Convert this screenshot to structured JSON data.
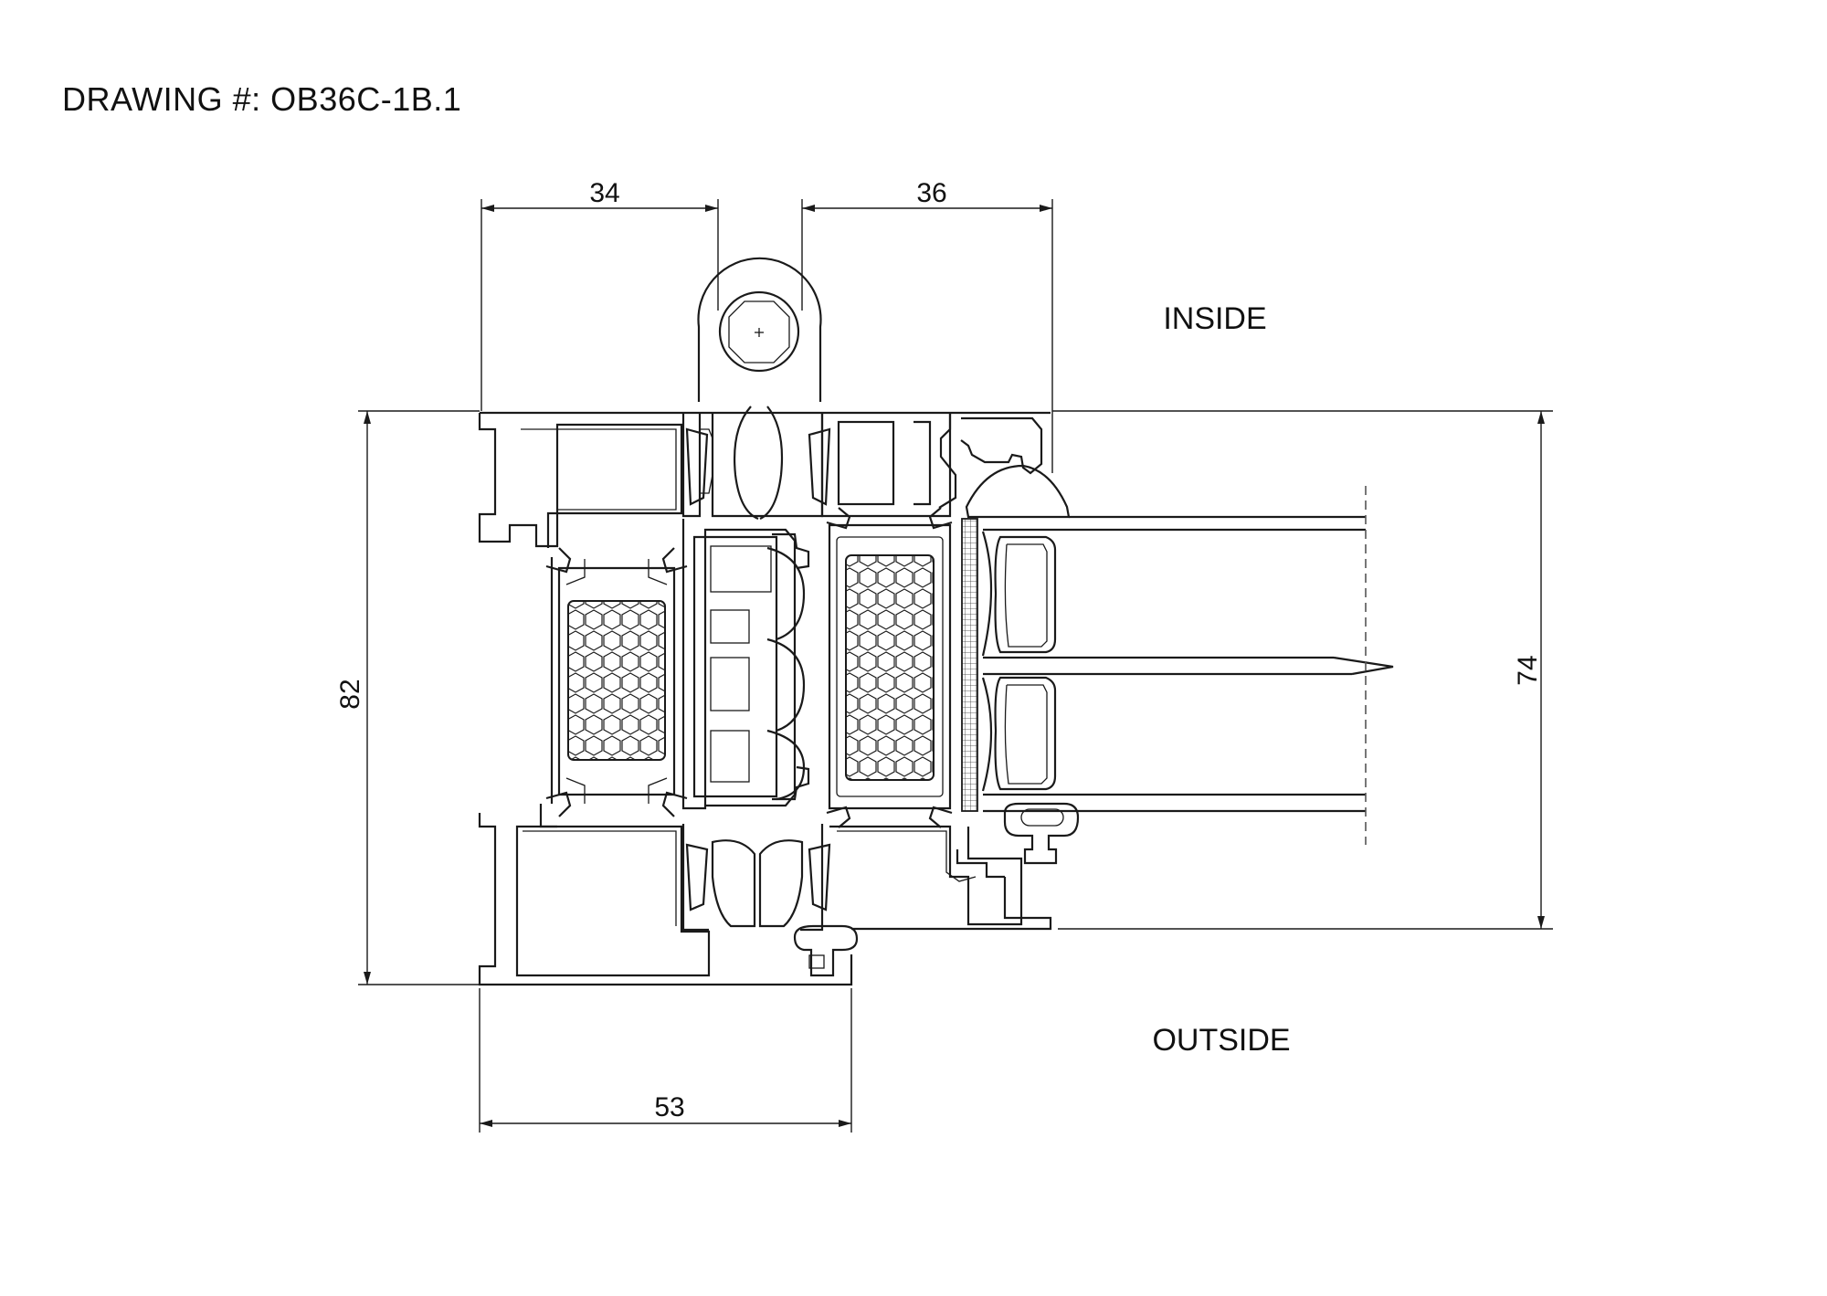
{
  "drawing": {
    "title": "DRAWING #: OB36C-1B.1",
    "labels": {
      "inside": "INSIDE",
      "outside": "OUTSIDE"
    },
    "dimensions": {
      "top_left": "34",
      "top_right": "36",
      "left_height": "82",
      "right_height": "74",
      "bottom_width": "53"
    }
  }
}
